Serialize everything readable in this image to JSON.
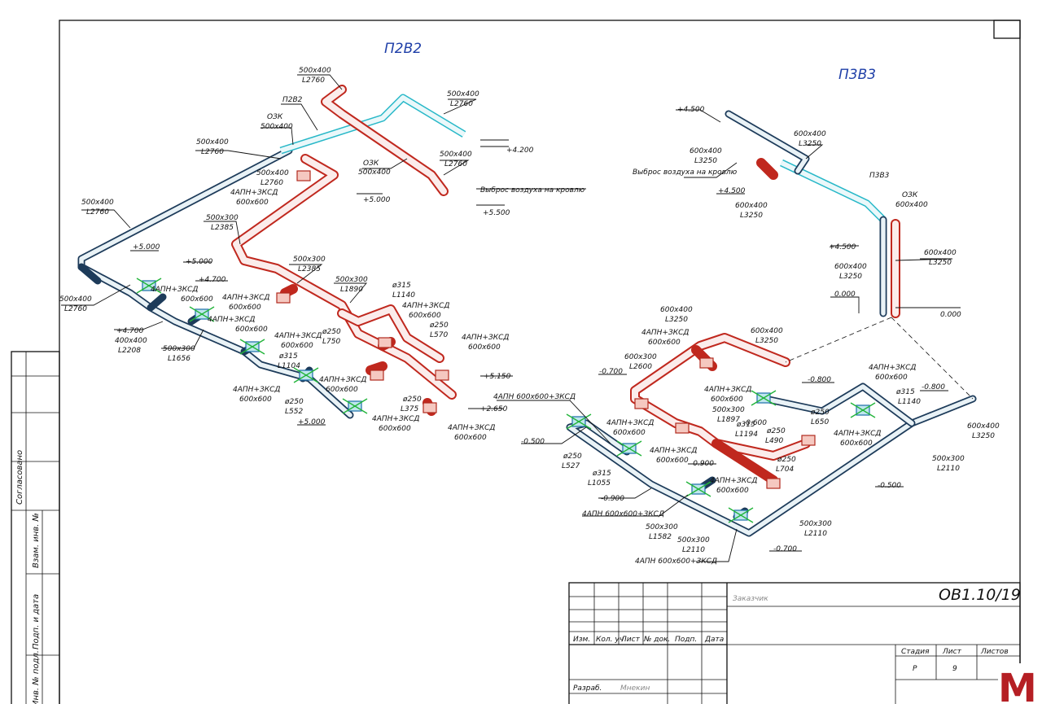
{
  "systems": {
    "p2v2": "П2В2",
    "p3v3": "П3В3"
  },
  "labels": {
    "p2v2_top": [
      "500х400",
      "L2760"
    ],
    "p2v2_right": [
      "500х400",
      "L2760"
    ],
    "p2v2_small": "П2В2",
    "p2v2_ozk1": [
      "ОЗК",
      "500х400"
    ],
    "p2v2_ozk2": [
      "ОЗК",
      "500х400"
    ],
    "p2v2_l1": [
      "500х400",
      "L2760"
    ],
    "p2v2_l2": [
      "500х400",
      "L2760"
    ],
    "p2v2_red_r": [
      "500х400",
      "L2760"
    ],
    "p2v2_l3": [
      "500х400",
      "L2760"
    ],
    "p2v2_l4": [
      "500х400",
      "L2760"
    ],
    "p2v2_r1": [
      "500х300",
      "L2385"
    ],
    "p2v2_r2": [
      "500х300",
      "L2385"
    ],
    "p2v2_r3": [
      "500х300",
      "L1890"
    ],
    "p2v2_l5": [
      "500х400",
      "L2760"
    ],
    "p2v2_b1": [
      "400х400",
      "L2208"
    ],
    "p2v2_b2": [
      "500х300",
      "L1656"
    ],
    "p2v2_c1": [
      "ø315",
      "L1140"
    ],
    "p2v2_c2": [
      "ø250",
      "L570"
    ],
    "p2v2_c3": [
      "ø250",
      "L750"
    ],
    "p2v2_c4": [
      "ø315",
      "L1104"
    ],
    "p2v2_c5": [
      "ø250",
      "L552"
    ],
    "p2v2_c6": [
      "ø250",
      "L375"
    ],
    "vyb1": "Выброс воздуха на кровлю",
    "vyb2": "Выброс воздуха на кровлю",
    "p3v3_small": "П3В3",
    "p3v3_a": [
      "600х400",
      "L3250"
    ],
    "p3v3_b": [
      "600х400",
      "L3250"
    ],
    "p3v3_c": [
      "600х400",
      "L3250"
    ],
    "p3v3_ozk": [
      "ОЗК",
      "600х400"
    ],
    "p3v3_d": [
      "600х400",
      "L3250"
    ],
    "p3v3_e": [
      "600х400",
      "L3250"
    ],
    "p3v3_f": [
      "600х400",
      "L3250"
    ],
    "p3v3_g": [
      "600х400",
      "L3250"
    ],
    "p3v3_h": [
      "600х300",
      "L2600"
    ],
    "p3v3_i": [
      "500х300",
      "L1897"
    ],
    "p3v3_j": [
      "ø315",
      "L1194"
    ],
    "p3v3_k": [
      "ø250",
      "L490"
    ],
    "p3v3_l": [
      "ø250",
      "L704"
    ],
    "p3v3_m": [
      "ø250",
      "L650"
    ],
    "p3v3_n": [
      "ø315",
      "L1140"
    ],
    "p3v3_o": [
      "600х400",
      "L3250"
    ],
    "p3v3_p": [
      "500х300",
      "L2110"
    ],
    "p3v3_q": [
      "500х300",
      "L2110"
    ],
    "p3v3_r": [
      "500х300",
      "L2110"
    ],
    "p3v3_s": [
      "500х300",
      "L1582"
    ],
    "p3v3_t": [
      "ø250",
      "L527"
    ],
    "p3v3_u": [
      "ø315",
      "L1055"
    ],
    "p3v3_top": [
      "600х400",
      "L3250"
    ]
  },
  "diffuser": "4АПН+ЗКСД",
  "diffuser_size": "600х600",
  "diffuser_long": "4АПН 600х600+ЗКСД",
  "levels": {
    "p4200": "+4.200",
    "p5000a": "+5.000",
    "p5500": "+5.500",
    "p5000b": "+5.000",
    "p5000c": "+5.000",
    "p4700a": "+4.700",
    "p4700b": "+4.700",
    "p5150": "+5.150",
    "p2650": "+2.650",
    "p5000d": "+5.000",
    "p4500a": "+4.500",
    "p4500b": "+4.500",
    "p4500c": "+4.500",
    "z0a": "0.000",
    "z0b": "0.000",
    "m0700a": "-0.700",
    "m0800a": "-0.800",
    "m0800b": "-0.800",
    "m0600": "-0.600",
    "m0500a": "-0.500",
    "m0900a": "-0.900",
    "m0900b": "-0.900",
    "m0500b": "-0.500",
    "m0700b": "-0.700"
  },
  "side_stamp": {
    "soglasovano": "Согласовано",
    "vzam": "Взам. инв. №",
    "podp": "Подп. и дата",
    "inv": "Инв. № подл."
  },
  "title_block": {
    "code": "ОВ1.10/19",
    "zakazchik": "Заказчик",
    "cols": [
      "Изм.",
      "Кол. уч",
      "Лист",
      "№ док.",
      "Подп.",
      "Дата"
    ],
    "razrab": "Разраб.",
    "razrab_name": "Мнекин",
    "stadia": "Стадия",
    "list": "Лист",
    "listov": "Листов",
    "stadia_val": "Р",
    "list_val": "9"
  },
  "logo": "M"
}
